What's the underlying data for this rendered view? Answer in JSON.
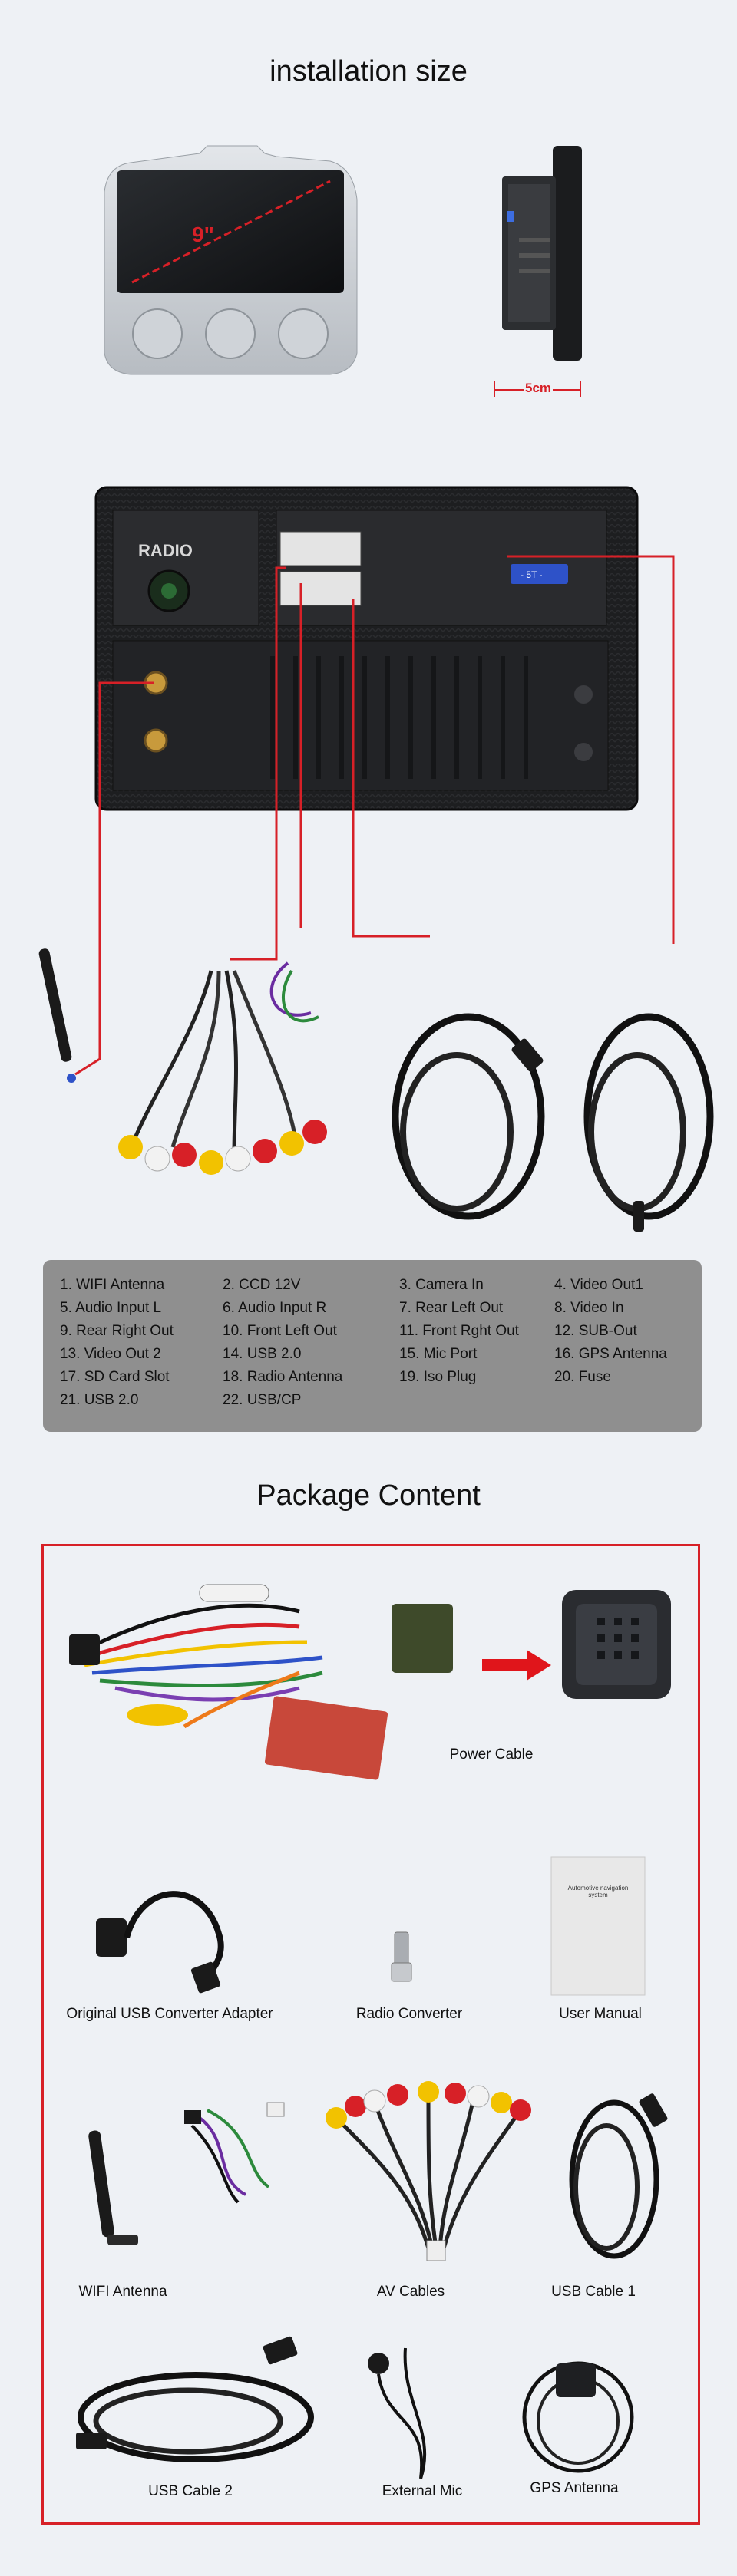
{
  "install": {
    "title": "installation size",
    "screen_size": "9\"",
    "depth": "5cm"
  },
  "unit": {
    "radio_label": "RADIO"
  },
  "connectors": [
    {
      "n": "1.",
      "label": "WIFI Antenna"
    },
    {
      "n": "2.",
      "label": "CCD 12V"
    },
    {
      "n": "3.",
      "label": "Camera In"
    },
    {
      "n": "4.",
      "label": "Video Out1"
    },
    {
      "n": "5.",
      "label": "Audio Input L"
    },
    {
      "n": "6.",
      "label": "Audio Input R"
    },
    {
      "n": "7.",
      "label": "Rear Left Out"
    },
    {
      "n": "8.",
      "label": "Video In"
    },
    {
      "n": "9.",
      "label": "Rear Right Out"
    },
    {
      "n": "10.",
      "label": "Front Left Out"
    },
    {
      "n": "11.",
      "label": "Front Rght Out"
    },
    {
      "n": "12.",
      "label": "SUB-Out"
    },
    {
      "n": "13.",
      "label": "Video Out 2"
    },
    {
      "n": "14.",
      "label": "USB 2.0"
    },
    {
      "n": "15.",
      "label": "Mic  Port"
    },
    {
      "n": "16.",
      "label": "GPS Antenna"
    },
    {
      "n": "17.",
      "label": "SD Card Slot"
    },
    {
      "n": "18.",
      "label": "Radio Antenna"
    },
    {
      "n": "19.",
      "label": "Iso Plug"
    },
    {
      "n": "20.",
      "label": "Fuse"
    },
    {
      "n": "21.",
      "label": "USB 2.0"
    },
    {
      "n": "22.",
      "label": "USB/CP"
    }
  ],
  "package": {
    "title": "Package Content",
    "items": [
      {
        "label": "Power Cable"
      },
      {
        "label": "Original USB Converter Adapter"
      },
      {
        "label": "Radio Converter"
      },
      {
        "label": "User Manual"
      },
      {
        "label": "WIFI Antenna"
      },
      {
        "label": "AV Cables"
      },
      {
        "label": "USB Cable 1"
      },
      {
        "label": "USB Cable 2"
      },
      {
        "label": "External Mic"
      },
      {
        "label": "GPS Antenna"
      }
    ],
    "manual_text": "Automotive navigation system"
  },
  "colors": {
    "accent_red": "#d72027",
    "panel_grey": "#8f8f8f",
    "background": "#eef1f5"
  }
}
